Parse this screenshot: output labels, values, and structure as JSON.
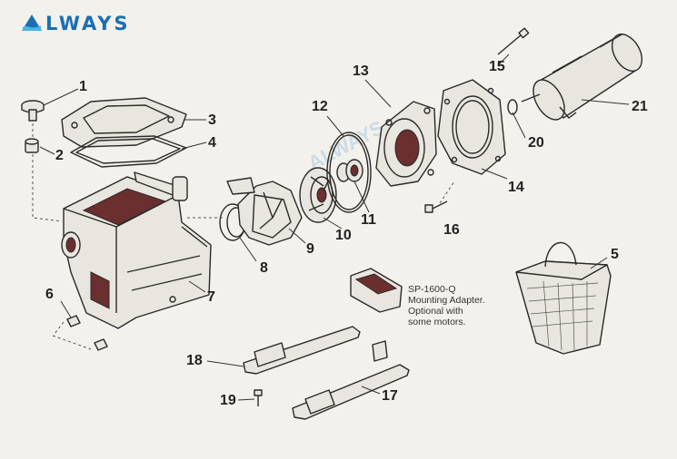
{
  "brand": {
    "name": "LWAYS",
    "logo_icon": "wave-logo-icon",
    "color": "#1a6fb3"
  },
  "watermark": "ALWAYS",
  "callouts": {
    "n1": "1",
    "n2": "2",
    "n3": "3",
    "n4": "4",
    "n5": "5",
    "n6": "6",
    "n7": "7",
    "n8": "8",
    "n9": "9",
    "n10": "10",
    "n11": "11",
    "n12": "12",
    "n13": "13",
    "n14": "14",
    "n15": "15",
    "n16": "16",
    "n17": "17",
    "n18": "18",
    "n19": "19",
    "n20": "20",
    "n21": "21"
  },
  "adapter_note": {
    "line1": "SP-1600-Q",
    "line2": "Mounting Adapter.",
    "line3": "Optional with",
    "line4": "some motors."
  },
  "colors": {
    "ink": "#2a2a2a",
    "paper": "#f3f1ec",
    "shade": "#6b2f2f"
  }
}
